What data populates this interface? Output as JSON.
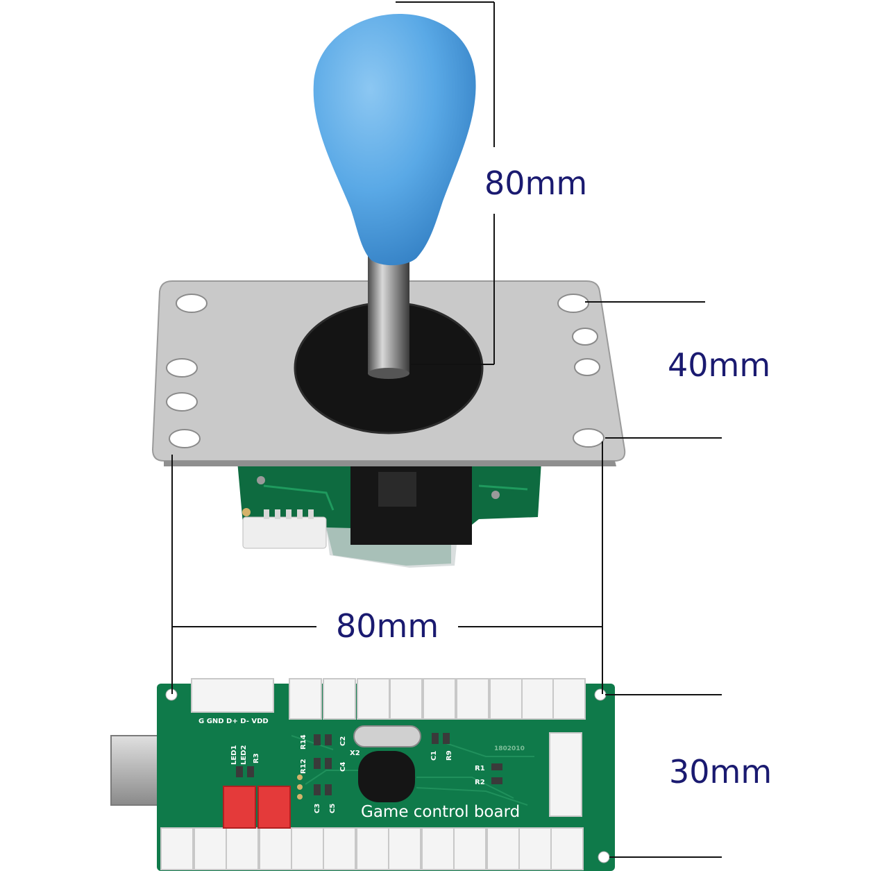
{
  "dimensions": {
    "stick_height": "80mm",
    "plate_depth": "40mm",
    "plate_width": "80mm",
    "board_depth": "30mm"
  },
  "board": {
    "title": "Game control board",
    "usb_pins": "G  GND D+  D-  VDD",
    "labels": {
      "r14": "R14",
      "c2": "C2",
      "x2": "X2",
      "c1": "C1",
      "r9": "R9",
      "r12": "R12",
      "c4": "C4",
      "led1": "LED1",
      "led2": "LED2",
      "r3": "R3",
      "c3": "C3",
      "c5": "C5",
      "r1": "R1",
      "r2": "R2",
      "serial": "1802010"
    }
  },
  "colors": {
    "ball_top": "#5aa9e6",
    "dim_text": "#1a1a70",
    "plate": "#c9c9c9",
    "pcb": "#0f7a4a"
  }
}
